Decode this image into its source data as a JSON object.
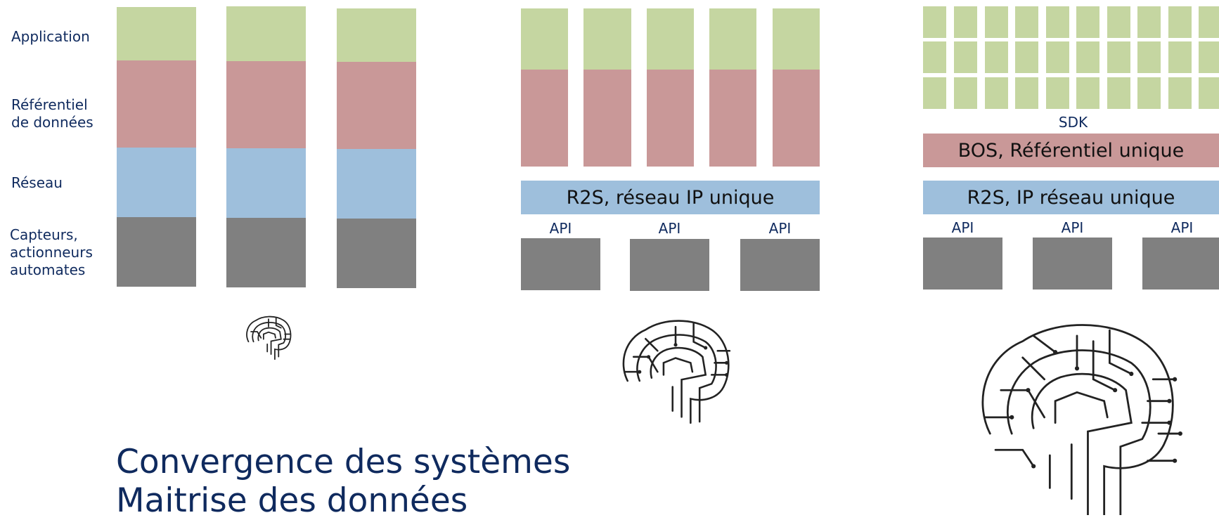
{
  "labels": {
    "application": "Application",
    "referentiel": "Référentiel\nde données",
    "reseau": "Réseau",
    "capteurs": "Capteurs,\nactionneurs\nautomates"
  },
  "middle": {
    "network_band": "R2S, réseau IP unique",
    "api_labels": [
      "API",
      "API",
      "API"
    ]
  },
  "right": {
    "sdk": "SDK",
    "bos_band": "BOS, Référentiel unique",
    "network_band": "R2S, IP réseau unique",
    "api_labels": [
      "API",
      "API",
      "API"
    ]
  },
  "title": {
    "line1": "Convergence des systèmes",
    "line2": "Maitrise des données"
  },
  "colors": {
    "application": "#c5d6a1",
    "data": "#c99898",
    "network": "#9ebfdc",
    "devices": "#808080",
    "text": "#0f2a5e"
  },
  "icons": [
    "brain-circuit-icon"
  ]
}
